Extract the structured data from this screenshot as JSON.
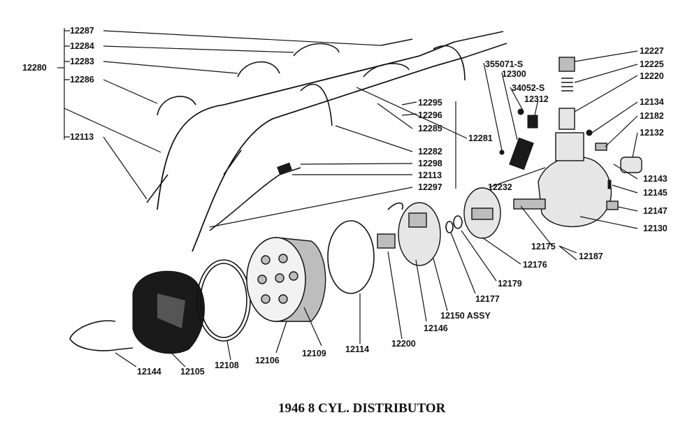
{
  "caption": "1946 8 CYL. DISTRIBUTOR",
  "labels": {
    "p12287": "12287",
    "p12284": "12284",
    "p12283": "12283",
    "p12280": "12280",
    "p12286": "12286",
    "p12113a": "12113",
    "p355071s": "355071-S",
    "p12300": "12300",
    "p34052s": "34052-S",
    "p12312": "12312",
    "p12227": "12227",
    "p12225": "12225",
    "p12220": "12220",
    "p12134": "12134",
    "p12182": "12182",
    "p12132": "12132",
    "p12295": "12295",
    "p12296": "12296",
    "p12285": "12285",
    "p12281": "12281",
    "p12282": "12282",
    "p12298": "12298",
    "p12113b": "12113",
    "p12297": "12297",
    "p12143": "12143",
    "p12232": "12232",
    "p12145": "12145",
    "p12147": "12147",
    "p12130": "12130",
    "p12175": "12175",
    "p12187": "12187",
    "p12176": "12176",
    "p12179": "12179",
    "p12177": "12177",
    "p12150": "12150 ASSY",
    "p12146": "12146",
    "p12200": "12200",
    "p12114": "12114",
    "p12109": "12109",
    "p12106": "12106",
    "p12108": "12108",
    "p12105": "12105",
    "p12144": "12144"
  }
}
